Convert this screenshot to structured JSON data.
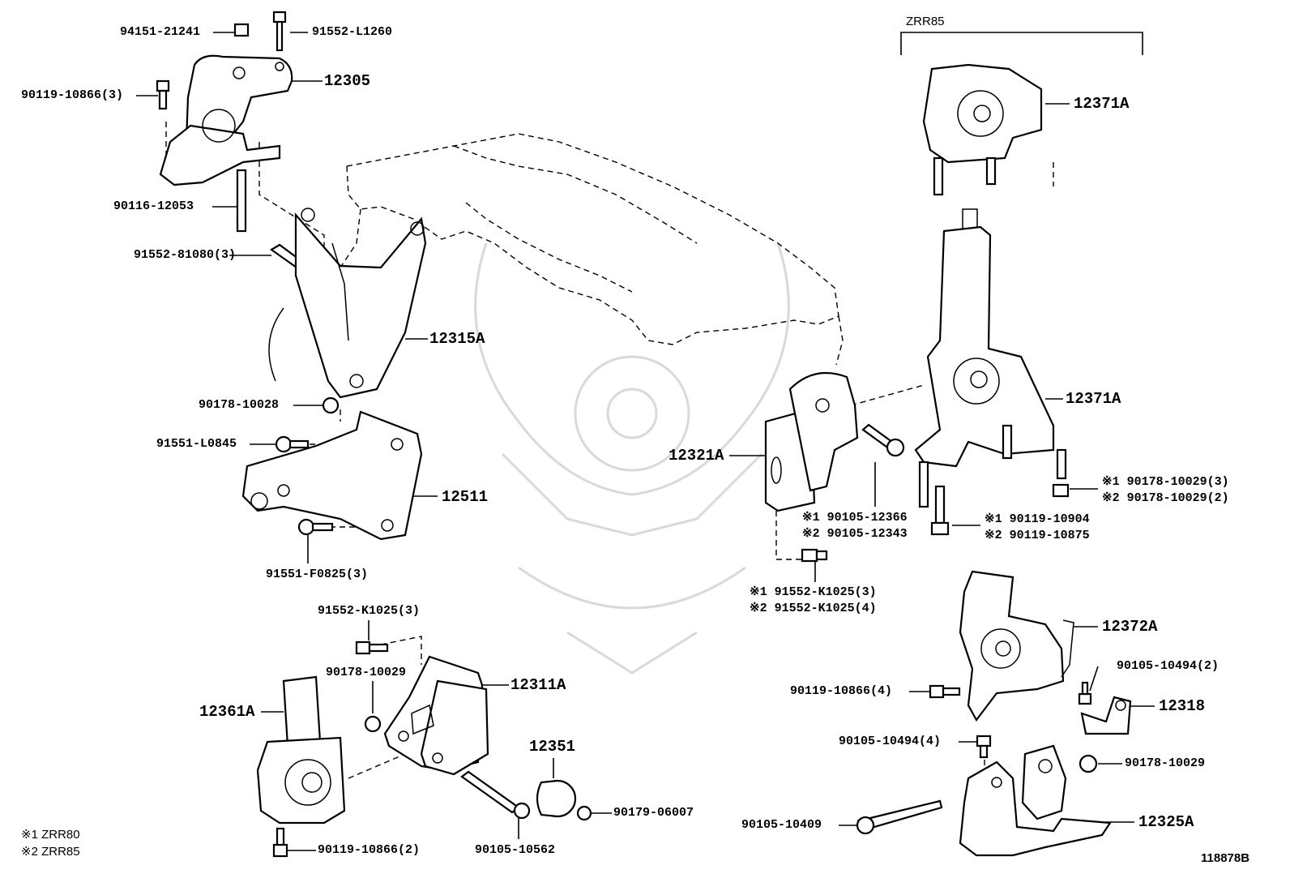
{
  "group_label": "ZRR85",
  "figure_id": "118878B",
  "legend": [
    {
      "mark": "※1",
      "text": "ZRR80"
    },
    {
      "mark": "※2",
      "text": "ZRR85"
    }
  ],
  "parts": {
    "p94151_21241": "94151-21241",
    "p91552_L1260": "91552-L1260",
    "p90119_10866_3": "90119-10866(3)",
    "p12305": "12305",
    "p90116_12053": "90116-12053",
    "p91552_81080_3": "91552-81080(3)",
    "p12315A": "12315A",
    "p90178_10028": "90178-10028",
    "p91551_L0845": "91551-L0845",
    "p12511": "12511",
    "p91551_F0825_3": "91551-F0825(3)",
    "p91552_K1025_3_a": "91552-K1025(3)",
    "p90178_10029_a": "90178-10029",
    "p12311A": "12311A",
    "p12361A": "12361A",
    "p12351": "12351",
    "p90179_06007": "90179-06007",
    "p90119_10866_2": "90119-10866(2)",
    "p90105_10562": "90105-10562",
    "p12371A_top": "12371A",
    "p12371A_mid": "12371A",
    "p12321A": "12321A",
    "p90105_12366": "※1 90105-12366",
    "p90105_12343": "※2 90105-12343",
    "p90178_10029_3": "※1 90178-10029(3)",
    "p90178_10029_2": "※2 90178-10029(2)",
    "p90119_10904": "※1 90119-10904",
    "p90119_10875": "※2 90119-10875",
    "p91552_K1025_3_b": "※1 91552-K1025(3)",
    "p91552_K1025_4": "※2 91552-K1025(4)",
    "p12372A": "12372A",
    "p90105_10494_2": "90105-10494(2)",
    "p90119_10866_4": "90119-10866(4)",
    "p12318": "12318",
    "p90105_10494_4": "90105-10494(4)",
    "p90178_10029_b": "90178-10029",
    "p90105_10409": "90105-10409",
    "p12325A": "12325A"
  }
}
